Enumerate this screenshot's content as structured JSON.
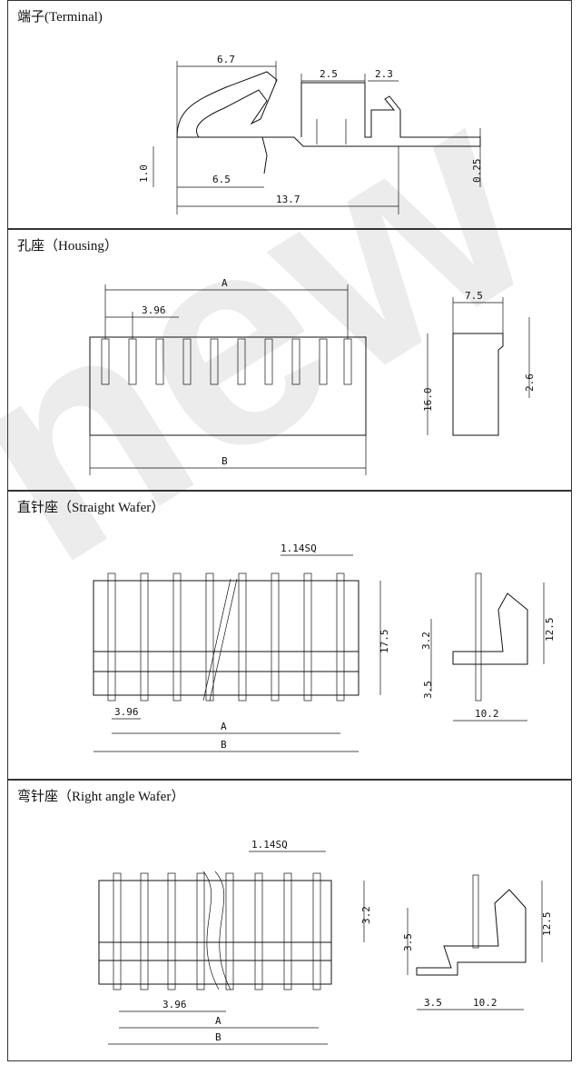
{
  "watermark": "new",
  "sections": {
    "terminal": {
      "title": "端子(Terminal)",
      "dims": {
        "d1": "6.7",
        "d2": "2.5",
        "d3": "2.3",
        "d4": "1.0",
        "d5": "6.5",
        "d6": "0.25",
        "d7": "13.7"
      }
    },
    "housing": {
      "title": "孔座（Housing）",
      "dims": {
        "a": "A",
        "pitch": "3.96",
        "b": "B",
        "w": "7.5",
        "h": "16.0",
        "s": "2.6"
      }
    },
    "straight": {
      "title": "直针座（Straight Wafer）",
      "dims": {
        "sq": "1.14SQ",
        "h": "17.5",
        "s1": "3.2",
        "s2": "12.5",
        "s3": "3.5",
        "w": "10.2",
        "pitch": "3.96",
        "a": "A",
        "b": "B"
      }
    },
    "right_angle": {
      "title": "弯针座（Right angle Wafer）",
      "dims": {
        "sq": "1.14SQ",
        "h": "3.2",
        "s1": "3.5",
        "s2": "12.5",
        "s3": "3.5",
        "w": "10.2",
        "pitch": "3.96",
        "a": "A",
        "b": "B"
      }
    }
  }
}
